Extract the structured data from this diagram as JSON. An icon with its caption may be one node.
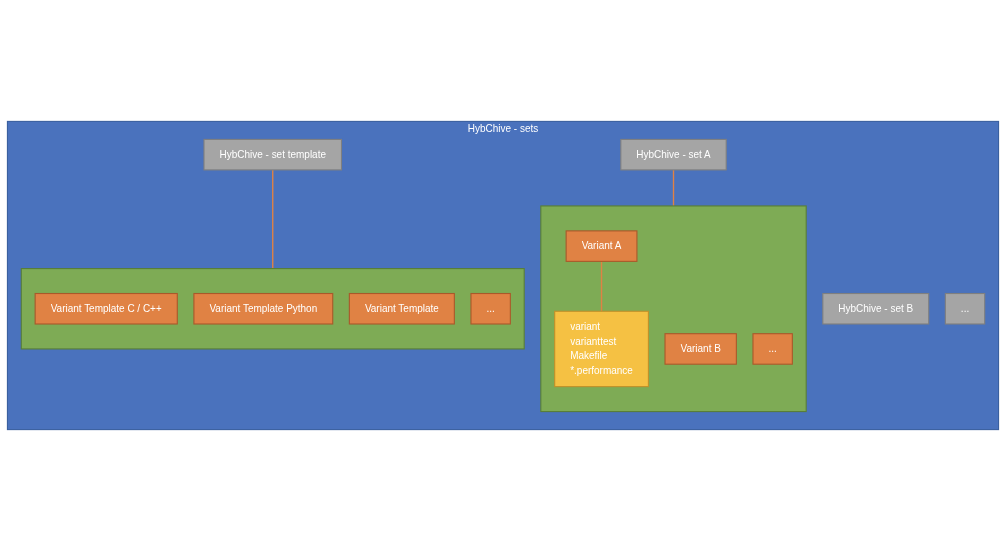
{
  "diagram": {
    "nodes": [
      {
        "text": [
          "HybChive - sets"
        ]
      },
      {
        "text": [
          "HybChive - set A"
        ],
        "in": 0
      },
      {
        "text": [
          "HybChive - set B"
        ],
        "in": 0
      },
      {
        "text": [
          "..."
        ],
        "in": 0
      },
      {
        "text": [
          "HybChive - set template"
        ],
        "in": 0
      },
      {
        "text": [],
        "shape": "box",
        "in": 0
      },
      {
        "text": [
          "Variant A"
        ],
        "in": 5
      },
      {
        "text": [
          "Variant B"
        ],
        "in": 5
      },
      {
        "text": [
          "..."
        ],
        "in": 5
      },
      {
        "text": [
          "variant",
          "varianttest",
          "Makefile",
          "*.performance"
        ],
        "in": 5
      },
      {
        "text": [],
        "shape": "box",
        "in": 0
      },
      {
        "text": [
          "Variant Template C / C++"
        ],
        "in": 10
      },
      {
        "text": [
          "Variant Template Python"
        ],
        "in": 10
      },
      {
        "text": [
          "Variant Template"
        ],
        "in": 10
      },
      {
        "text": [
          "..."
        ],
        "in": 10
      }
    ],
    "edges": [
      {
        "from": 1,
        "to": 5,
        "arrow": "none"
      },
      {
        "from": 4,
        "to": 10,
        "arrow": "none"
      },
      {
        "from": 6,
        "to": 9,
        "arrow": "none"
      }
    ]
  }
}
